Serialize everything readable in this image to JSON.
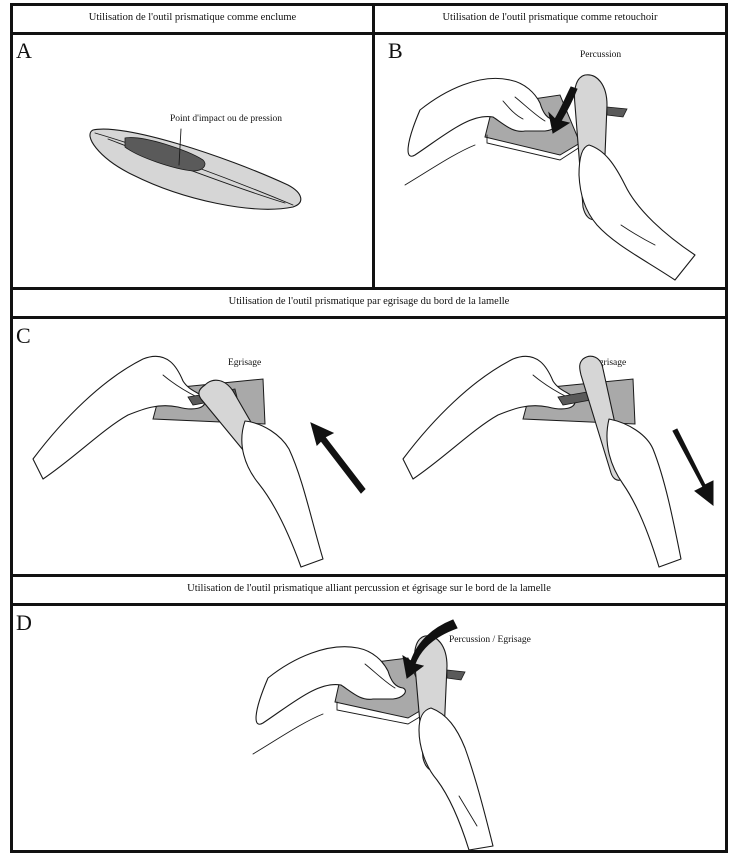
{
  "panels": {
    "a": {
      "letter": "A",
      "caption": "Utilisation de l'outil prismatique comme enclume",
      "annotation": "Point d'impact ou de pression"
    },
    "b": {
      "letter": "B",
      "caption": "Utilisation de l'outil prismatique comme retouchoir",
      "annotation": "Percussion"
    },
    "c": {
      "letter": "C",
      "caption": "Utilisation de l'outil prismatique par egrisage du bord de la lamelle",
      "annotation_left": "Egrisage",
      "annotation_right": "Egrisage"
    },
    "d": {
      "letter": "D",
      "caption": "Utilisation de l'outil prismatique alliant percussion et égrisage sur le bord de la lamelle",
      "annotation": "Percussion / Egrisage"
    }
  },
  "colors": {
    "frame": "#111111",
    "tool_fill": "#d6d6d6",
    "flake_fill": "#a9a9a9",
    "impact_fill": "#5a5a5a"
  }
}
